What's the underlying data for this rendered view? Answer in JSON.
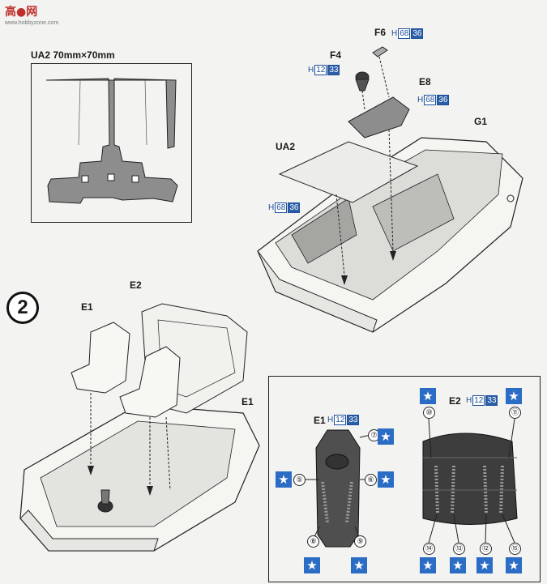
{
  "header": {
    "logo_text": "高●网",
    "logo_url": "www.hobbyzone.com"
  },
  "step_number": "2",
  "decal_panel": {
    "title": "UA2  70mm×70mm"
  },
  "parts": {
    "f6": "F6",
    "f4": "F4",
    "e8": "E8",
    "g1": "G1",
    "ua2": "UA2",
    "e2": "E2",
    "e1_top": "E1",
    "e1_right": "E1",
    "detail_e1": "E1",
    "detail_e2": "E2"
  },
  "paints": [
    {
      "id": "p_f6",
      "prefix": "H",
      "a": "68",
      "b": "36"
    },
    {
      "id": "p_f4",
      "prefix": "H",
      "a": "12",
      "b": "33"
    },
    {
      "id": "p_e8",
      "prefix": "H",
      "a": "68",
      "b": "36"
    },
    {
      "id": "p_floor",
      "prefix": "H",
      "a": "68",
      "b": "36"
    },
    {
      "id": "p_e1",
      "prefix": "H",
      "a": "12",
      "b": "33"
    },
    {
      "id": "p_e2",
      "prefix": "H",
      "a": "12",
      "b": "33"
    }
  ],
  "decal_numbers": [
    "⑦",
    "⑤",
    "⑥",
    "⑧",
    "⑨",
    "⑩",
    "⑪",
    "⑭",
    "⑬",
    "⑫",
    "⑮"
  ],
  "star_symbol": "★",
  "colors": {
    "accent_blue": "#2b6cc4",
    "part_gray": "#8d8d8d",
    "line": "#222222"
  }
}
